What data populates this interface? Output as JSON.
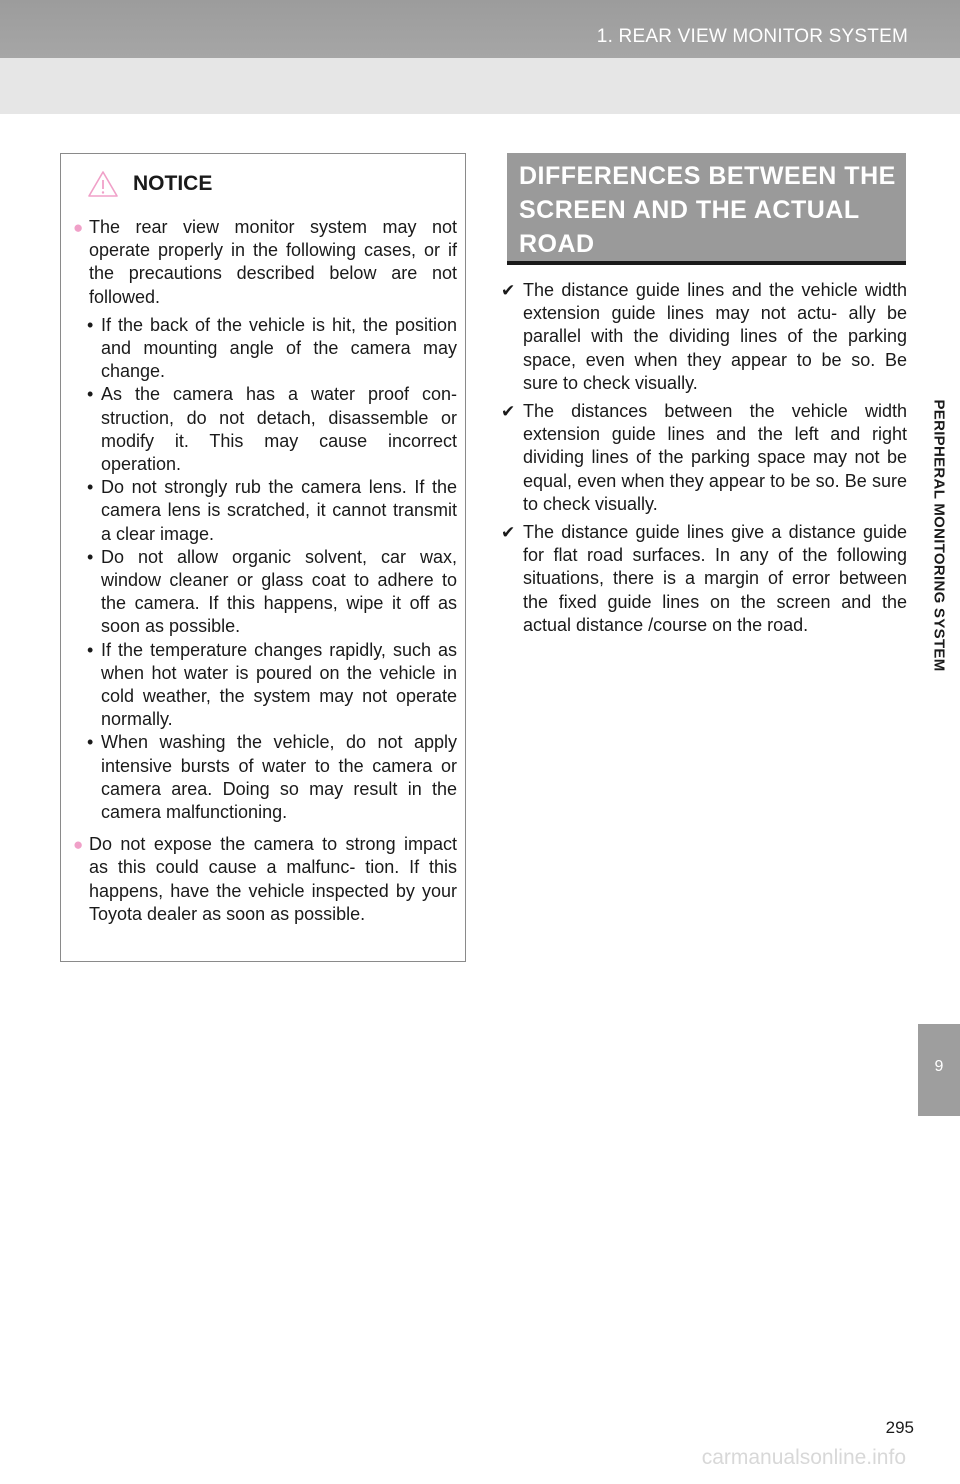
{
  "header": {
    "section_title": "1. REAR VIEW MONITOR SYSTEM"
  },
  "side_tab": {
    "label": "PERIPHERAL MONITORING SYSTEM",
    "chapter_number": "9"
  },
  "notice": {
    "icon": "warning-triangle-icon",
    "title": "NOTICE",
    "bullet_color": "#f0a0c8",
    "item1_text": "The rear view monitor system may not operate properly in the following cases, or if the precautions described below are not followed.",
    "subitems": [
      "If the back of the vehicle is hit, the position and mounting angle of the camera may change.",
      "As the camera has a water proof con- struction, do not detach, disassemble or modify it. This may cause incorrect operation.",
      "Do not strongly rub the camera lens. If the camera lens is scratched, it cannot transmit a clear image.",
      "Do not allow organic solvent, car wax, window cleaner or glass coat to adhere to the camera. If this happens, wipe it off as soon as possible.",
      "If the temperature changes rapidly, such as when hot water is poured on the vehicle in cold weather, the system may not operate normally.",
      "When washing the vehicle, do not apply intensive bursts of water to the camera or camera area. Doing so may result in the camera malfunctioning."
    ],
    "item2_text": "Do not expose the camera to strong impact as this could cause a malfunc- tion. If this happens, have the vehicle inspected by your Toyota dealer as soon as possible."
  },
  "section": {
    "title": "DIFFERENCES BETWEEN THE SCREEN AND THE ACTUAL ROAD",
    "items": [
      "The distance guide lines and the vehicle width extension guide lines may not actu- ally be parallel with the dividing lines of the parking space, even when they appear to be so. Be sure to check visually.",
      "The distances between the vehicle width extension guide lines and the left and right dividing lines of the parking space may not be equal, even when they appear to be so. Be sure to check visually.",
      "The distance guide lines give a distance guide for flat road surfaces. In any of the following situations, there is a margin of error between the fixed guide lines on the screen and the actual distance /course on the road."
    ]
  },
  "footer": {
    "page_number": "295",
    "watermark": "carmanualsonline.info"
  }
}
